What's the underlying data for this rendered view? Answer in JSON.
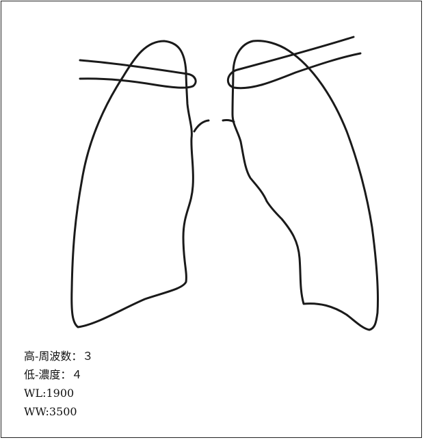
{
  "info": {
    "high_frequency": "高-周波数：３",
    "low_density": "低-濃度：４",
    "wl": "WL:1900",
    "ww": "WW:3500"
  },
  "colors": {
    "stroke": "#1a1a1a",
    "text": "#111111",
    "background": "#ffffff"
  }
}
